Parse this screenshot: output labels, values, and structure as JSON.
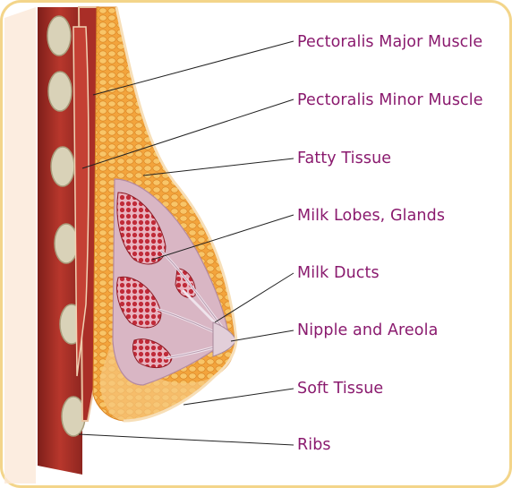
{
  "labels": {
    "pectoralis_major": "Pectoralis Major Muscle",
    "pectoralis_minor": "Pectoralis Minor Muscle",
    "fatty_tissue": "Fatty Tissue",
    "milk_lobes": "Milk Lobes, Glands",
    "milk_ducts": "Milk Ducts",
    "nipple_areola": "Nipple and Areola",
    "soft_tissue": "Soft Tissue",
    "ribs": "Ribs"
  },
  "colors": {
    "label_text": "#8a1a6e",
    "frame_border": "#f3d58a",
    "muscle": "#b5342c",
    "fat": "#f2a13a",
    "gland": "#c0303a",
    "duct": "#d9c7d4",
    "leader_line": "#222222"
  }
}
